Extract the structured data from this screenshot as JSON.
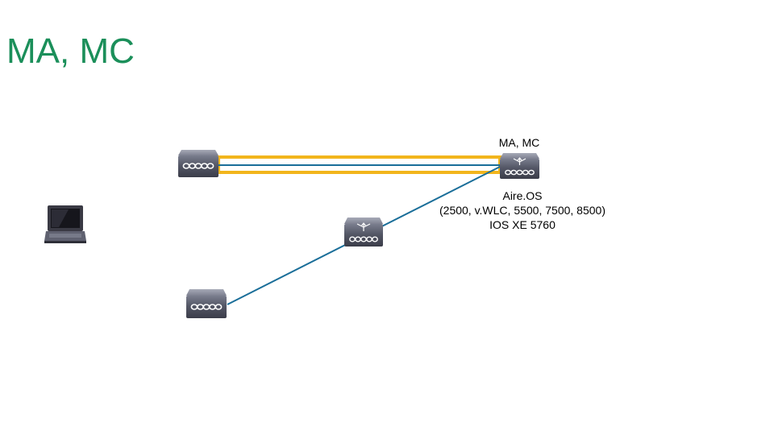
{
  "title": "MA, MC",
  "controller": {
    "top_label": "MA, MC",
    "lines": [
      "Aire.OS",
      "(2500, v.WLC, 5500, 7500, 8500)",
      "IOS XE 5760"
    ]
  },
  "icons": {
    "switch": "switch-icon",
    "controller": "wireless-controller-icon",
    "laptop": "laptop-icon"
  },
  "colors": {
    "title": "#1b8f5a",
    "link": "#1a6e99",
    "tunnel": "#f2b51c",
    "device": "#4a4d5c"
  }
}
